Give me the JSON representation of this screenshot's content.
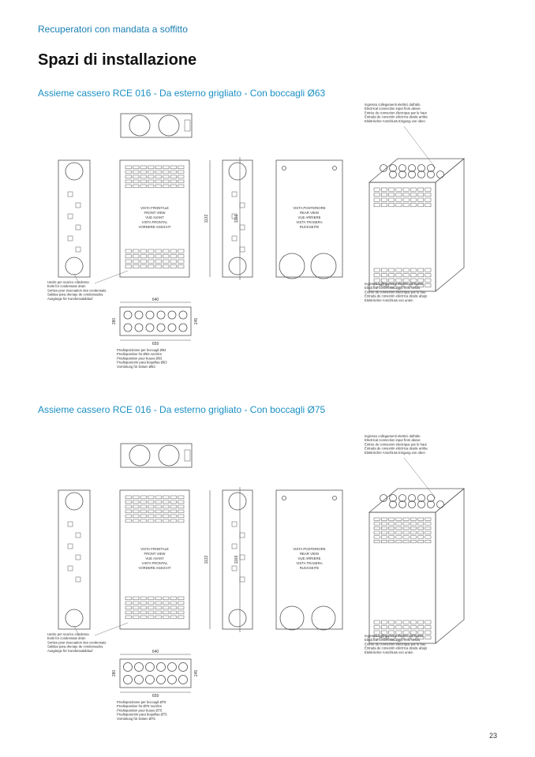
{
  "header": "Recuperatori con mandata a soffitto",
  "title": "Spazi di installazione",
  "page_number": "23",
  "sections": [
    {
      "title": "Assieme cassero RCE 016 - Da esterno grigliato - Con boccagli Ø63",
      "front": [
        "VISTA FRONTALE",
        "FRONT VIEW",
        "VUE AVANT",
        "VISTA FRONTAL",
        "VORDERE ANSICHT"
      ],
      "rear": [
        "VISTA POSTERIORE",
        "REAR VIEW",
        "VUE ARRIERE",
        "VISTA TRASERA",
        "RUCKSEITE"
      ],
      "dim_h1": "1132",
      "dim_h2": "1166",
      "dim_top": "640",
      "dim_bottom": "659",
      "dim_left": "280",
      "dim_right": "245",
      "top_right_notes": [
        "Ingresso collegamenti elettrici dall'alto",
        "Electrical connection input from above",
        "Entrée de connexion électrique par le haut",
        "Entrada de conexión eléctrica desde arriba",
        "Elektrischer Anschluss Eingang von oben"
      ],
      "bottom_right_notes": [
        "Ingresso collegamenti elettrici dal basso",
        "Electrical connection input from below",
        "Entrée de connexion électrique par le bas",
        "Entrada de conexión eléctrica desde abajo",
        "Elektrischer Anschluss von unten"
      ],
      "left_notes": [
        "Uscite per scarico condensa",
        "Exits for condensate drain",
        "Sorties pour évacuation des condensats",
        "Salidas para drenaje de condensados",
        "Ausgänge für Kondensatablauf"
      ],
      "nozzle_notes": [
        "Predisposizione per boccagli Ø63",
        "Predisposition for Ø63 nozzles",
        "Prédisposition pour buses Ø63",
        "Predisposición para boquillas Ø63",
        "Vorrüstung für Düsen Ø63"
      ]
    },
    {
      "title": "Assieme cassero RCE 016 - Da esterno grigliato - Con boccagli Ø75",
      "front": [
        "VISTA FRONTALE",
        "FRONT VIEW",
        "VUE AVANT",
        "VISTA FRONTAL",
        "VORDERE ANSICHT"
      ],
      "rear": [
        "VISTA POSTERIORE",
        "REAR VIEW",
        "VUE ARRIERE",
        "VISTA TRASERA",
        "RUCKSEITE"
      ],
      "dim_h1": "1132",
      "dim_h2": "1166",
      "dim_top": "640",
      "dim_bottom": "659",
      "dim_left": "280",
      "dim_right": "245",
      "top_right_notes": [
        "Ingresso collegamenti elettrici dall'alto",
        "Electrical connection input from above",
        "Entrée de connexion électrique par le haut",
        "Entrada de conexión eléctrica desde arriba",
        "Elektrischer Anschluss Eingang von oben"
      ],
      "bottom_right_notes": [
        "Ingresso collegamenti elettrici dal basso",
        "Electrical connection input from below",
        "Entrée de connexion électrique par le bas",
        "Entrada de conexión eléctrica desde abajo",
        "Elektrischer Anschluss von unten"
      ],
      "left_notes": [
        "Uscite per scarico condensa",
        "Exits for condensate drain",
        "Sorties pour évacuation des condensats",
        "Salidas para drenaje de condensados",
        "Ausgänge für Kondensatablauf"
      ],
      "nozzle_notes": [
        "Predisposizione per boccagli Ø75",
        "Predisposition for Ø75 nozzles",
        "Prédisposition pour buses Ø75",
        "Predisposición para boquillas Ø75",
        "Vorrüstung für Düsen Ø75"
      ]
    }
  ]
}
